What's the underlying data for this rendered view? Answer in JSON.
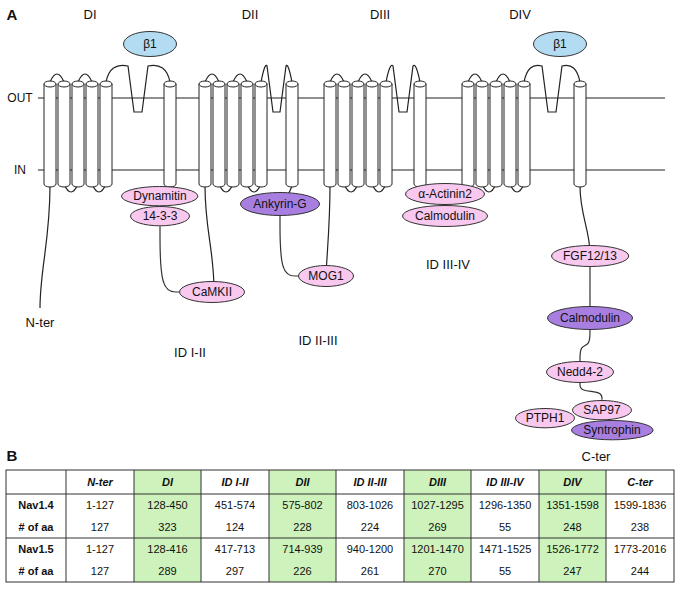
{
  "diagram": {
    "nodes": [
      {
        "text": [
          "β1"
        ]
      },
      {
        "text": [
          "β1"
        ]
      },
      {
        "text": [
          "Dynamitin"
        ]
      },
      {
        "text": [
          "14-3-3"
        ]
      },
      {
        "text": [
          "CaMKII"
        ]
      },
      {
        "text": [
          "Ankyrin-G"
        ]
      },
      {
        "text": [
          "MOG1"
        ]
      },
      {
        "text": [
          "α-Actinin2"
        ]
      },
      {
        "text": [
          "Calmodulin"
        ]
      },
      {
        "text": [
          "FGF12/13"
        ]
      },
      {
        "text": [
          "Calmodulin"
        ]
      },
      {
        "text": [
          "Nedd4-2"
        ]
      },
      {
        "text": [
          "PTPH1"
        ]
      },
      {
        "text": [
          "SAP97"
        ]
      },
      {
        "text": [
          "Syntrophin"
        ]
      }
    ],
    "edges": [
      {
        "from": 3,
        "to": 4,
        "arrow": "none"
      },
      {
        "from": 5,
        "to": 6,
        "arrow": "none"
      },
      {
        "from": 9,
        "to": 10,
        "arrow": "none"
      },
      {
        "from": 10,
        "to": 11,
        "arrow": "none"
      },
      {
        "from": 11,
        "to": 13,
        "arrow": "none"
      }
    ],
    "labels": [
      "A",
      "DI",
      "DII",
      "DIII",
      "DIV",
      "OUT",
      "IN",
      "N-ter",
      "ID I-II",
      "ID II-III",
      "ID III-IV",
      "C-ter",
      "B",
      "N-ter",
      "DI",
      "ID I-II",
      "DII",
      "ID II-III",
      "DIII",
      "ID III-IV",
      "DIV",
      "C-ter",
      "Nav1.4",
      "1-127",
      "128-450",
      "451-574",
      "575-802",
      "803-1026",
      "1027-1295",
      "1296-1350",
      "1351-1598",
      "1599-1836",
      "# of aa",
      "127",
      "323",
      "124",
      "228",
      "224",
      "269",
      "55",
      "248",
      "238",
      "Nav1.5",
      "1-127",
      "128-416",
      "417-713",
      "714-939",
      "940-1200",
      "1201-1470",
      "1471-1525",
      "1526-1772",
      "1773-2016",
      "# of aa",
      "127",
      "289",
      "297",
      "226",
      "261",
      "270",
      "55",
      "247",
      "244"
    ]
  }
}
